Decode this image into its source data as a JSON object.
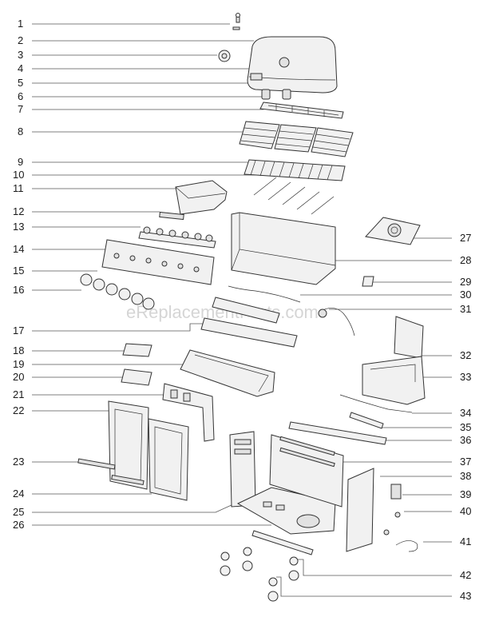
{
  "watermark": "eReplacementParts.com",
  "callouts_left": [
    "1",
    "2",
    "3",
    "4",
    "5",
    "6",
    "7",
    "8",
    "9",
    "10",
    "11",
    "12",
    "13",
    "14",
    "15",
    "16",
    "17",
    "18",
    "19",
    "20",
    "21",
    "22",
    "23",
    "24",
    "25",
    "26"
  ],
  "callouts_right": [
    "27",
    "28",
    "29",
    "30",
    "31",
    "32",
    "33",
    "34",
    "35",
    "36",
    "37",
    "38",
    "39",
    "40",
    "41",
    "42",
    "43"
  ]
}
